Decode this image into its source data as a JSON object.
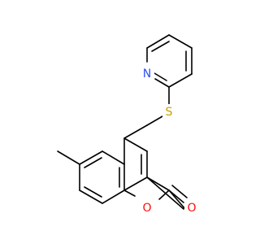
{
  "molecule": {
    "atoms": {
      "n_label": "N",
      "s_label": "S",
      "o_ring_label": "O",
      "o_carbonyl_label": "O"
    },
    "colors": {
      "bond": "#000000",
      "nitrogen": "#3050f8",
      "sulfur": "#c8a000",
      "oxygen": "#ff0d0d",
      "background": "#ffffff"
    }
  }
}
